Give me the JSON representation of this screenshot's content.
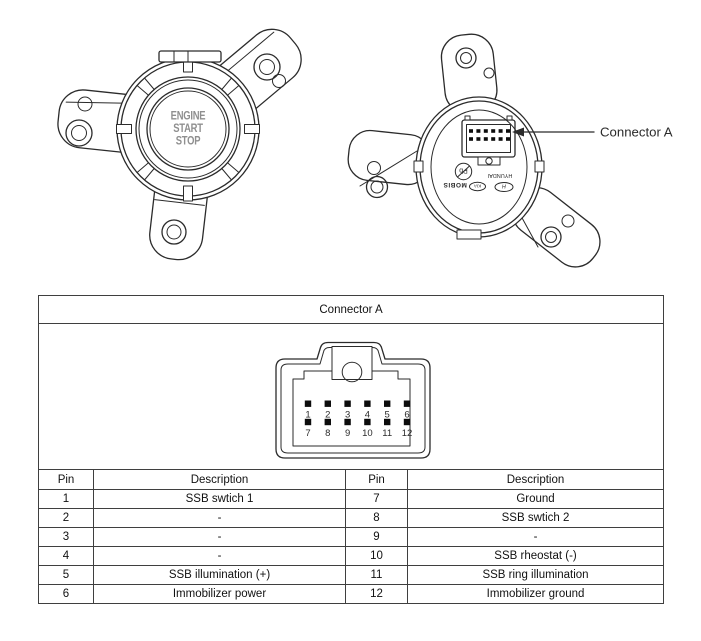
{
  "colors": {
    "line": "#2b2b2b",
    "button_text": "#8f8f8f",
    "table_border": "#3f3f3f",
    "pin_fill": "#0c0c0c",
    "background": "#ffffff"
  },
  "illustration": {
    "callout_label": "Connector A",
    "front_view": {
      "button_lines": [
        "ENGINE",
        "START",
        "STOP"
      ]
    },
    "back_view": {
      "brand_mobis": "MOBIS",
      "brand_hyundai": "HYUNDAI",
      "pb_mark": "Pb",
      "logo_kia": "KIA",
      "logo_hyundai_h": "H"
    }
  },
  "connector_table": {
    "title": "Connector A",
    "diagram_pins_row1": [
      "1",
      "2",
      "3",
      "4",
      "5",
      "6"
    ],
    "diagram_pins_row2": [
      "7",
      "8",
      "9",
      "10",
      "11",
      "12"
    ],
    "headers": [
      "Pin",
      "Description",
      "Pin",
      "Description"
    ],
    "rows": [
      [
        "1",
        "SSB swtich 1",
        "7",
        "Ground"
      ],
      [
        "2",
        "-",
        "8",
        "SSB swtich 2"
      ],
      [
        "3",
        "-",
        "9",
        "-"
      ],
      [
        "4",
        "-",
        "10",
        "SSB rheostat (-)"
      ],
      [
        "5",
        "SSB illumination (+)",
        "11",
        "SSB ring illumination"
      ],
      [
        "6",
        "Immobilizer power",
        "12",
        "Immobilizer ground"
      ]
    ]
  }
}
